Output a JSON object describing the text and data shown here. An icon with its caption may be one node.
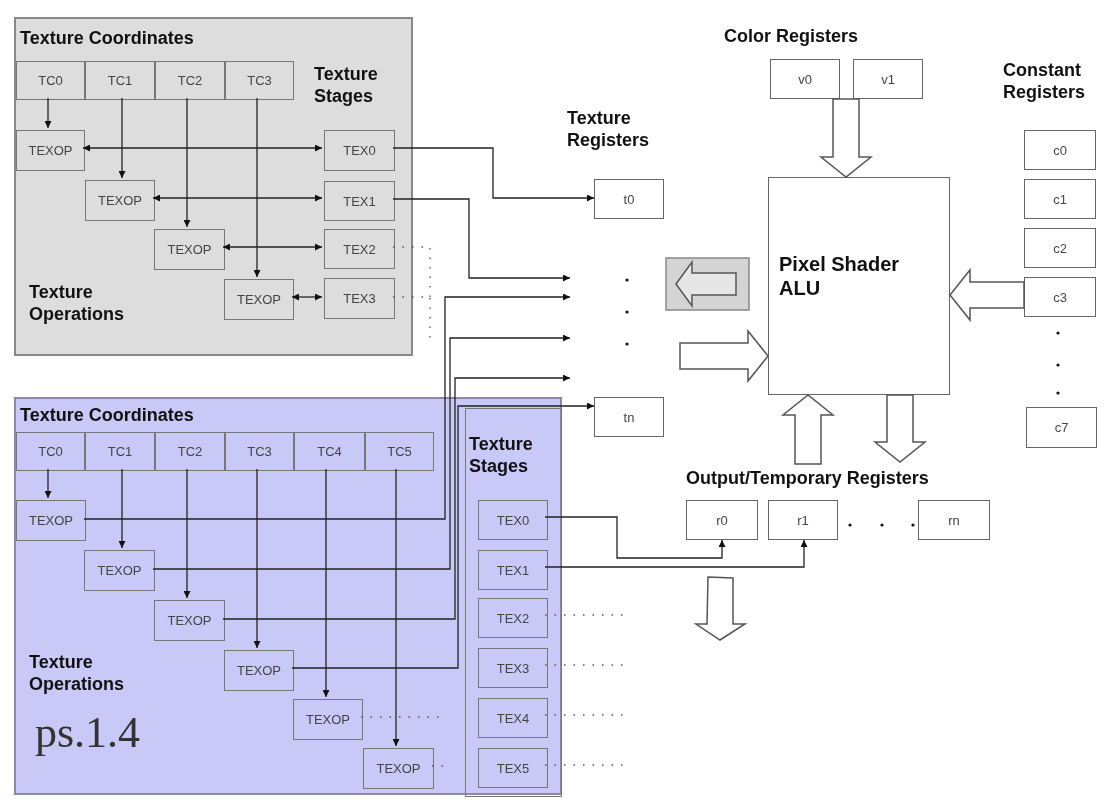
{
  "diagram": {
    "nodes": [
      {
        "text": [
          "Texture Coordinates",
          "Texture Stages",
          "Texture Operations"
        ]
      },
      {
        "text": [
          "TC0"
        ],
        "in": 0
      },
      {
        "text": [
          "TC1"
        ],
        "in": 0
      },
      {
        "text": [
          "TC2"
        ],
        "in": 0
      },
      {
        "text": [
          "TC3"
        ],
        "in": 0
      },
      {
        "text": [
          "TEXOP"
        ],
        "in": 0
      },
      {
        "text": [
          "TEXOP"
        ],
        "in": 0
      },
      {
        "text": [
          "TEXOP"
        ],
        "in": 0
      },
      {
        "text": [
          "TEXOP"
        ],
        "in": 0
      },
      {
        "text": [
          "TEX0"
        ],
        "in": 0
      },
      {
        "text": [
          "TEX1"
        ],
        "in": 0
      },
      {
        "text": [
          "TEX2"
        ],
        "in": 0
      },
      {
        "text": [
          "TEX3"
        ],
        "in": 0
      },
      {
        "text": [
          "Texture Coordinates",
          "Texture Operations",
          "ps.1.4"
        ]
      },
      {
        "text": [
          "Texture Stages"
        ],
        "in": 13
      },
      {
        "text": [
          "TC0"
        ],
        "in": 13
      },
      {
        "text": [
          "TC1"
        ],
        "in": 13
      },
      {
        "text": [
          "TC2"
        ],
        "in": 13
      },
      {
        "text": [
          "TC3"
        ],
        "in": 13
      },
      {
        "text": [
          "TC4"
        ],
        "in": 13
      },
      {
        "text": [
          "TC5"
        ],
        "in": 13
      },
      {
        "text": [
          "TEXOP"
        ],
        "in": 13
      },
      {
        "text": [
          "TEXOP"
        ],
        "in": 13
      },
      {
        "text": [
          "TEXOP"
        ],
        "in": 13
      },
      {
        "text": [
          "TEXOP"
        ],
        "in": 13
      },
      {
        "text": [
          "TEXOP"
        ],
        "in": 13
      },
      {
        "text": [
          "TEXOP"
        ],
        "in": 13
      },
      {
        "text": [
          "TEX0"
        ],
        "in": 14
      },
      {
        "text": [
          "TEX1"
        ],
        "in": 14
      },
      {
        "text": [
          "TEX2"
        ],
        "in": 14
      },
      {
        "text": [
          "TEX3"
        ],
        "in": 14
      },
      {
        "text": [
          "TEX4"
        ],
        "in": 14
      },
      {
        "text": [
          "TEX5"
        ],
        "in": 14
      },
      {
        "text": [
          "t0"
        ]
      },
      {
        "text": [
          "tn"
        ]
      },
      {
        "text": [
          "v0"
        ]
      },
      {
        "text": [
          "v1"
        ]
      },
      {
        "text": [
          "Pixel Shader ALU"
        ]
      },
      {
        "text": [
          "c0"
        ]
      },
      {
        "text": [
          "c1"
        ]
      },
      {
        "text": [
          "c2"
        ]
      },
      {
        "text": [
          "c3"
        ]
      },
      {
        "text": [
          "c7"
        ]
      },
      {
        "text": [
          "r0"
        ]
      },
      {
        "text": [
          "r1"
        ]
      },
      {
        "text": [
          "rn"
        ]
      }
    ],
    "edges": [
      {
        "from": 1,
        "to": 5,
        "arrow": "to"
      },
      {
        "from": 2,
        "to": 6,
        "arrow": "to"
      },
      {
        "from": 3,
        "to": 7,
        "arrow": "to"
      },
      {
        "from": 4,
        "to": 8,
        "arrow": "to"
      },
      {
        "from": 5,
        "to": 9,
        "arrow": "both"
      },
      {
        "from": 6,
        "to": 10,
        "arrow": "both"
      },
      {
        "from": 7,
        "to": 11,
        "arrow": "both"
      },
      {
        "from": 8,
        "to": 12,
        "arrow": "both"
      },
      {
        "from": 9,
        "to": 33,
        "arrow": "to"
      },
      {
        "from": 10,
        "to": null,
        "arrow": "to"
      },
      {
        "from": 11,
        "to": null,
        "arrow": "none",
        "style": "dashed"
      },
      {
        "from": 12,
        "to": null,
        "arrow": "none",
        "style": "dashed"
      },
      {
        "from": 15,
        "to": 21,
        "arrow": "to"
      },
      {
        "from": 16,
        "to": 22,
        "arrow": "to"
      },
      {
        "from": 17,
        "to": 23,
        "arrow": "to"
      },
      {
        "from": 18,
        "to": 24,
        "arrow": "to"
      },
      {
        "from": 19,
        "to": 25,
        "arrow": "to"
      },
      {
        "from": 20,
        "to": 26,
        "arrow": "to"
      },
      {
        "from": 21,
        "to": null,
        "arrow": "to"
      },
      {
        "from": 22,
        "to": null,
        "arrow": "to"
      },
      {
        "from": 23,
        "to": null,
        "arrow": "to"
      },
      {
        "from": 24,
        "to": 34,
        "arrow": "to"
      },
      {
        "from": 25,
        "to": null,
        "arrow": "none",
        "style": "dashed"
      },
      {
        "from": 26,
        "to": null,
        "arrow": "none",
        "style": "dashed"
      },
      {
        "from": 27,
        "to": 43,
        "arrow": "to"
      },
      {
        "from": 28,
        "to": 44,
        "arrow": "to"
      },
      {
        "from": 29,
        "to": null,
        "arrow": "none",
        "style": "dashed"
      },
      {
        "from": 30,
        "to": null,
        "arrow": "none",
        "style": "dashed"
      },
      {
        "from": 31,
        "to": null,
        "arrow": "none",
        "style": "dashed"
      },
      {
        "from": 32,
        "to": null,
        "arrow": "none",
        "style": "dashed"
      },
      {
        "from": 35,
        "to": 37,
        "arrow": "to",
        "style": "thick"
      },
      {
        "from": 36,
        "to": 37,
        "arrow": "to",
        "style": "thick"
      },
      {
        "from": 41,
        "to": 37,
        "arrow": "to",
        "style": "thick"
      },
      {
        "from": null,
        "to": 37,
        "arrow": "to",
        "style": "thick"
      },
      {
        "from": null,
        "to": 37,
        "arrow": "to",
        "style": "thick"
      },
      {
        "from": 37,
        "to": null,
        "arrow": "to",
        "style": "thick"
      }
    ],
    "labels": [
      "Color Registers",
      "Constant Registers",
      "Texture Registers",
      "Output/Temporary Registers"
    ]
  }
}
